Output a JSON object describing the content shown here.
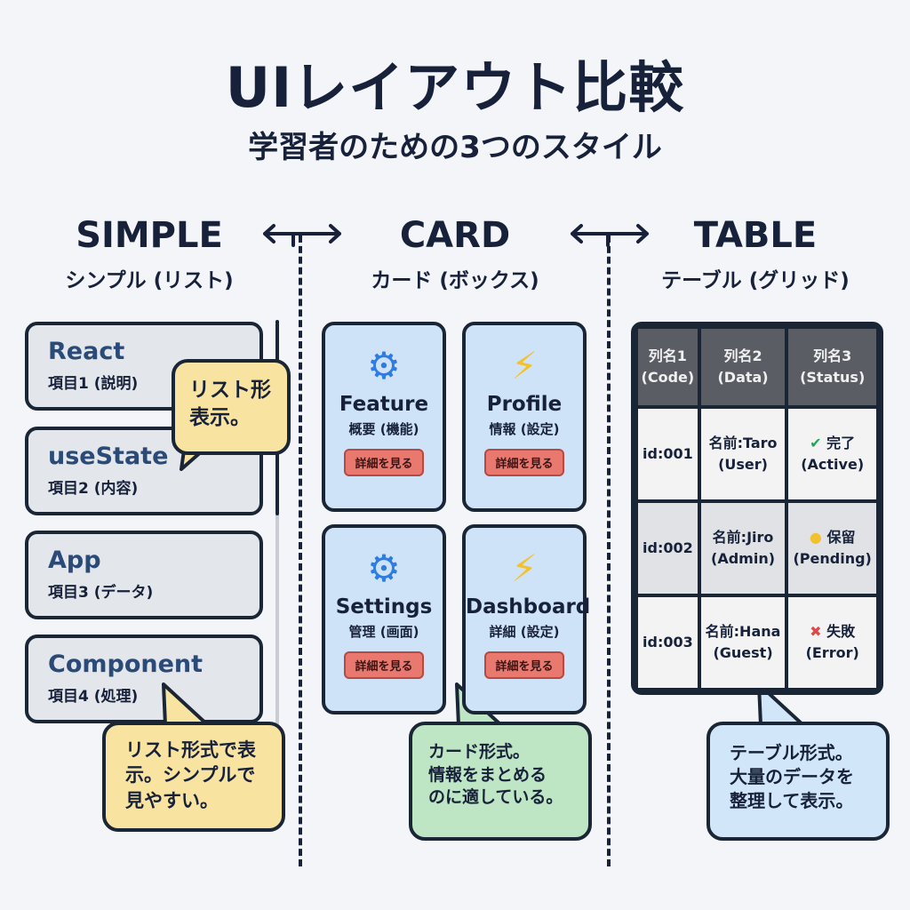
{
  "title": "UIレイアウト比較",
  "subtitle": "学習者のための3つのスタイル",
  "columns": [
    {
      "heading": "SIMPLE",
      "sub": "シンプル (リスト)"
    },
    {
      "heading": "CARD",
      "sub": "カード (ボックス)"
    },
    {
      "heading": "TABLE",
      "sub": "テーブル (グリッド)"
    }
  ],
  "list": {
    "items": [
      {
        "title": "React",
        "sub": "項目1 (説明)"
      },
      {
        "title": "useState",
        "sub": "項目2 (内容)"
      },
      {
        "title": "App",
        "sub": "項目3 (データ)"
      },
      {
        "title": "Component",
        "sub": "項目4 (処理)"
      }
    ],
    "bubble_small": [
      "リスト形",
      "表示。"
    ],
    "bubble": [
      "リスト形式で表",
      "示。シンプルで",
      "見やすい。"
    ]
  },
  "cards": {
    "items": [
      {
        "icon": "gear-icon",
        "title": "Feature",
        "sub": "概要 (機能)",
        "button": "詳細を見る"
      },
      {
        "icon": "lightning-icon",
        "title": "Profile",
        "sub": "情報 (設定)",
        "button": "詳細を見る"
      },
      {
        "icon": "gear-icon",
        "title": "Settings",
        "sub": "管理 (画面)",
        "button": "詳細を見る"
      },
      {
        "icon": "lightning-icon",
        "title": "Dashboard",
        "sub": "詳細 (設定)",
        "button": "詳細を見る"
      }
    ],
    "bubble": [
      "カード形式。",
      "情報をまとめる",
      "のに適している。"
    ]
  },
  "table": {
    "headers": [
      [
        "列名1",
        "(Code)"
      ],
      [
        "列名2",
        "(Data)"
      ],
      [
        "列名3",
        "(Status)"
      ]
    ],
    "rows": [
      {
        "code": "id:001",
        "name": "名前:Taro",
        "role": "(User)",
        "status_icon": "check-icon",
        "status": "完了",
        "status_en": "(Active)"
      },
      {
        "code": "id:002",
        "name": "名前:Jiro",
        "role": "(Admin)",
        "status_icon": "dot-icon",
        "status": "保留",
        "status_en": "(Pending)"
      },
      {
        "code": "id:003",
        "name": "名前:Hana",
        "role": "(Guest)",
        "status_icon": "cross-icon",
        "status": "失敗",
        "status_en": "(Error)"
      }
    ],
    "bubble": [
      "テーブル形式。",
      "大量のデータを",
      "整理して表示。"
    ]
  },
  "colors": {
    "ink": "#17223a",
    "list_bg": "#e3e6eb",
    "card_bg": "#cfe3f8",
    "button": "#e9786f",
    "yellow_bubble": "#f8e3a0",
    "green_bubble": "#bfe6c4",
    "blue_bubble": "#d2e6fa",
    "table_header": "#5a5d63",
    "success": "#22a455",
    "pending": "#f2c12e",
    "error": "#e04848"
  }
}
